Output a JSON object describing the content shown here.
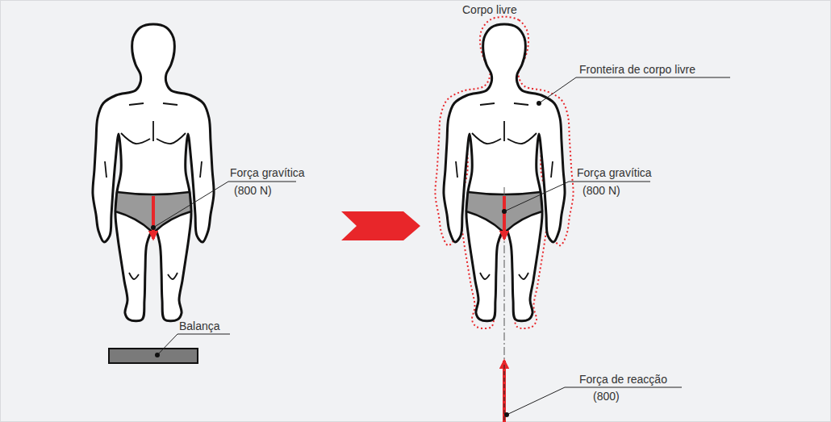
{
  "diagram": {
    "labels": [
      "Força gravítica",
      "(800 N)",
      "Balança",
      "Corpo livre",
      "Fronteira de corpo livre",
      "Força gravítica",
      "(800 N)",
      "Força de reacção",
      "(800)"
    ]
  }
}
